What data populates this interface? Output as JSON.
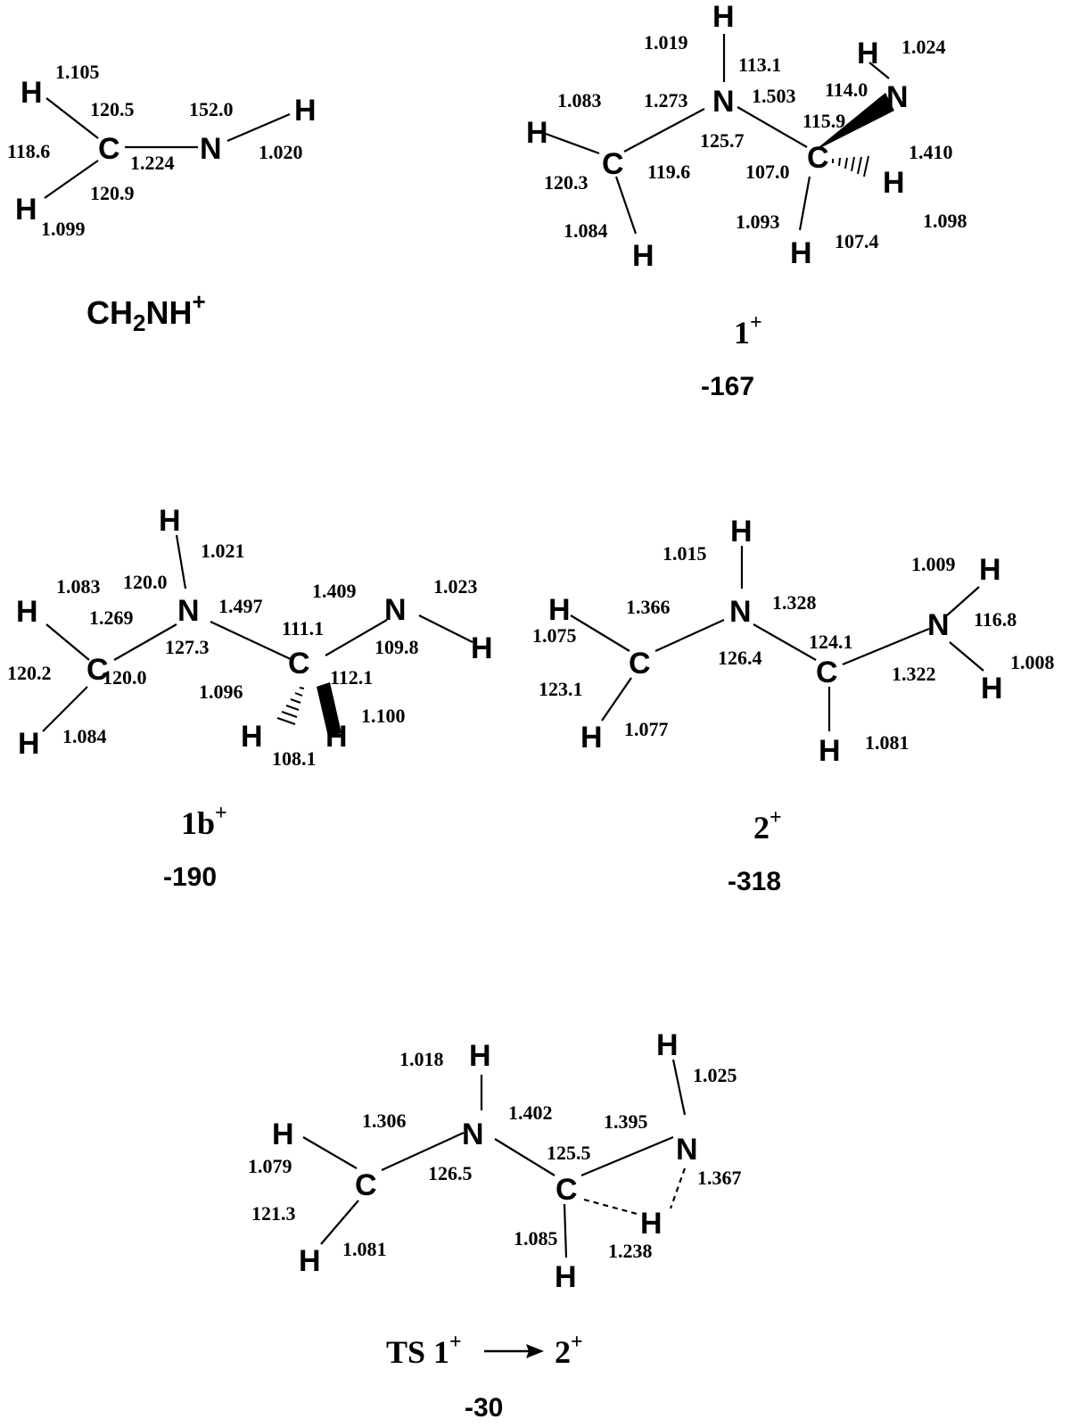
{
  "molecules": [
    {
      "id": "ch2nh",
      "label": {
        "base": "CH",
        "sub": "2",
        "base2": "NH",
        "sup": "+"
      },
      "energy": "",
      "atoms": [
        "H",
        "H",
        "C",
        "N",
        "H"
      ],
      "numbers": [
        "1.105",
        "120.5",
        "152.0",
        "118.6",
        "1.224",
        "1.020",
        "120.9",
        "1.099"
      ]
    },
    {
      "id": "mol-1plus",
      "label": {
        "base": "1",
        "sup": "+"
      },
      "energy": "-167",
      "atoms": [
        "H",
        "N",
        "H",
        "N",
        "H",
        "C",
        "C",
        "H",
        "H",
        "H"
      ],
      "numbers": [
        "1.019",
        "113.1",
        "1.024",
        "1.083",
        "1.273",
        "1.503",
        "114.0",
        "125.7",
        "115.9",
        "1.410",
        "120.3",
        "119.6",
        "107.0",
        "1.093",
        "1.098",
        "1.084",
        "107.4"
      ]
    },
    {
      "id": "mol-1bplus",
      "label": {
        "base": "1b",
        "sup": "+"
      },
      "energy": "-190",
      "atoms": [
        "H",
        "N",
        "N",
        "H",
        "C",
        "C",
        "H",
        "H",
        "H",
        "H"
      ],
      "numbers": [
        "1.021",
        "1.083",
        "120.0",
        "1.497",
        "1.409",
        "1.023",
        "1.269",
        "111.1",
        "127.3",
        "109.8",
        "120.2",
        "120.0",
        "112.1",
        "1.096",
        "1.100",
        "1.084",
        "108.1"
      ]
    },
    {
      "id": "mol-2plus",
      "label": {
        "base": "2",
        "sup": "+"
      },
      "energy": "-318",
      "atoms": [
        "H",
        "H",
        "N",
        "N",
        "H",
        "C",
        "C",
        "H",
        "H",
        "H"
      ],
      "numbers": [
        "1.015",
        "1.009",
        "1.366",
        "1.328",
        "116.8",
        "1.075",
        "124.1",
        "1.008",
        "126.4",
        "1.322",
        "123.1",
        "1.077",
        "1.081"
      ]
    },
    {
      "id": "mol-ts",
      "label": {
        "base": "TS 1",
        "sup": "+",
        "base2": "2",
        "sup2": "+"
      },
      "energy": "-30",
      "atoms": [
        "H",
        "H",
        "H",
        "N",
        "N",
        "C",
        "C",
        "H",
        "H",
        "H"
      ],
      "numbers": [
        "1.018",
        "1.025",
        "1.306",
        "1.402",
        "1.395",
        "125.5",
        "1.079",
        "126.5",
        "1.367",
        "121.3",
        "1.081",
        "1.085",
        "1.238"
      ]
    }
  ]
}
